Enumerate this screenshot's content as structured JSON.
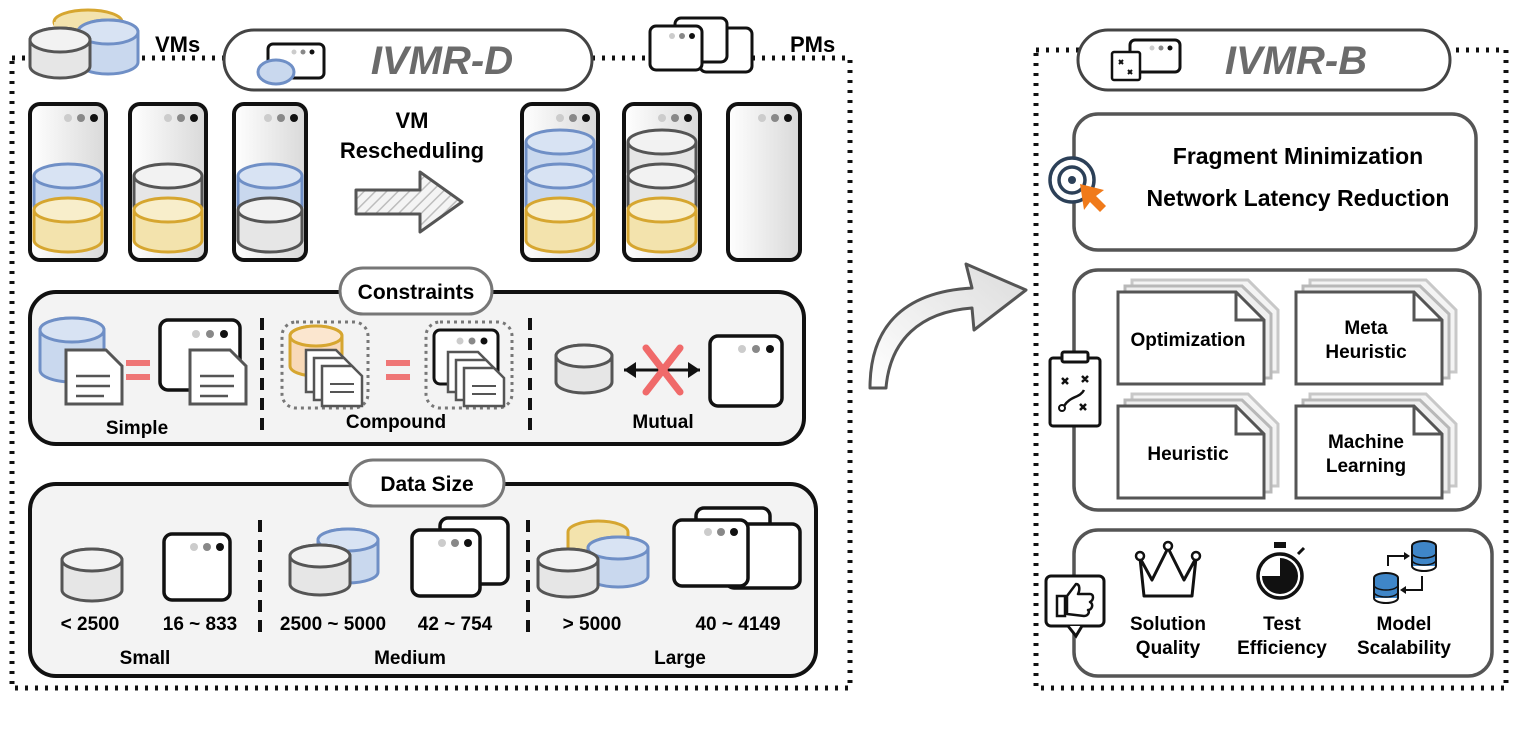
{
  "left_panel": {
    "title": "IVMR-D",
    "vms_label": "VMs",
    "pms_label": "PMs",
    "rescheduling_line1": "VM",
    "rescheduling_line2": "Rescheduling",
    "constraints": {
      "title": "Constraints",
      "items": [
        {
          "label": "Simple"
        },
        {
          "label": "Compound"
        },
        {
          "label": "Mutual"
        }
      ]
    },
    "data_size": {
      "title": "Data Size",
      "groups": [
        {
          "label": "Small",
          "vm_range": "< 2500",
          "pm_range": "16 ~ 833"
        },
        {
          "label": "Medium",
          "vm_range": "2500 ~ 5000",
          "pm_range": "42 ~ 754"
        },
        {
          "label": "Large",
          "vm_range": "> 5000",
          "pm_range": "40 ~ 4149"
        }
      ]
    }
  },
  "right_panel": {
    "title": "IVMR-B",
    "objectives": [
      "Fragment Minimization",
      "Network Latency Reduction"
    ],
    "methods": [
      {
        "line1": "Optimization",
        "line2": ""
      },
      {
        "line1": "Meta",
        "line2": "Heuristic"
      },
      {
        "line1": "Heuristic",
        "line2": ""
      },
      {
        "line1": "Machine",
        "line2": "Learning"
      }
    ],
    "metrics": [
      {
        "line1": "Solution",
        "line2": "Quality"
      },
      {
        "line1": "Test",
        "line2": "Efficiency"
      },
      {
        "line1": "Model",
        "line2": "Scalability"
      }
    ]
  },
  "colors": {
    "vm_blue": "#c9d8ee",
    "vm_blue_stroke": "#6f8fc6",
    "vm_yellow": "#f3e3ad",
    "vm_yellow_stroke": "#d6a630",
    "vm_gray": "#e6e6e6",
    "vm_gray_stroke": "#666666",
    "pm_fill": "#ececec",
    "equal_pink": "#ef7676",
    "cross_red": "#f06a6a",
    "target_orange": "#f07a1a",
    "db_blue": "#3f86c8"
  },
  "icons": [
    "vm-cylinder-icon",
    "pm-server-icon",
    "shift-arrow-icon",
    "target-cursor-icon",
    "strategy-board-icon",
    "thumbs-up-icon",
    "crown-icon",
    "stopwatch-icon",
    "database-transfer-icon",
    "document-icon",
    "cross-icon"
  ]
}
